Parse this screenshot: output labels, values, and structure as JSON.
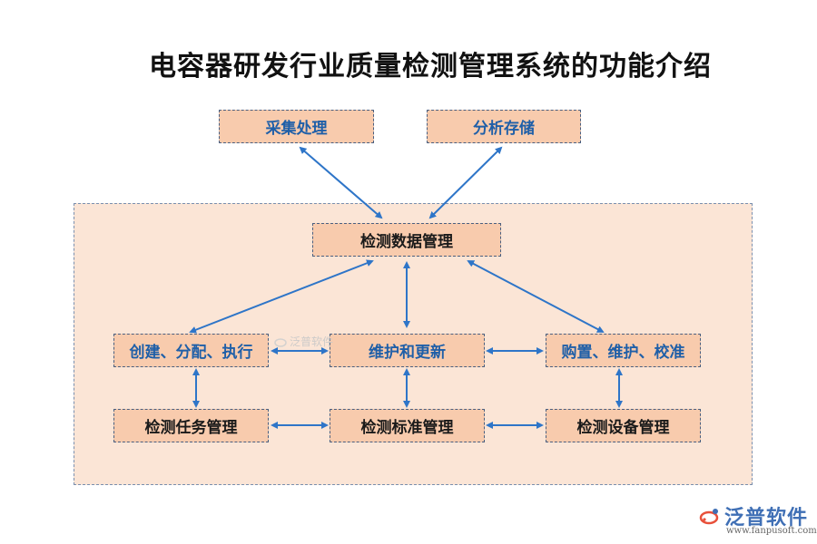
{
  "title": "电容器研发行业质量检测管理系统的功能介绍",
  "nodes": {
    "collect": "采集处理",
    "analyze": "分析存储",
    "data_mgmt": "检测数据管理",
    "create_assign": "创建、分配、执行",
    "maintain_update": "维护和更新",
    "purchase_calibrate": "购置、维护、校准",
    "task_mgmt": "检测任务管理",
    "standard_mgmt": "检测标准管理",
    "equipment_mgmt": "检测设备管理"
  },
  "watermark": "泛普软件",
  "brand": {
    "name": "泛普软件",
    "url": "www.fanpusoft.com"
  },
  "colors": {
    "panel_fill": "#fbe5d6",
    "box_fill": "#f8cbad",
    "arrow": "#2e75c8",
    "label_blue": "#1f5fa8"
  }
}
